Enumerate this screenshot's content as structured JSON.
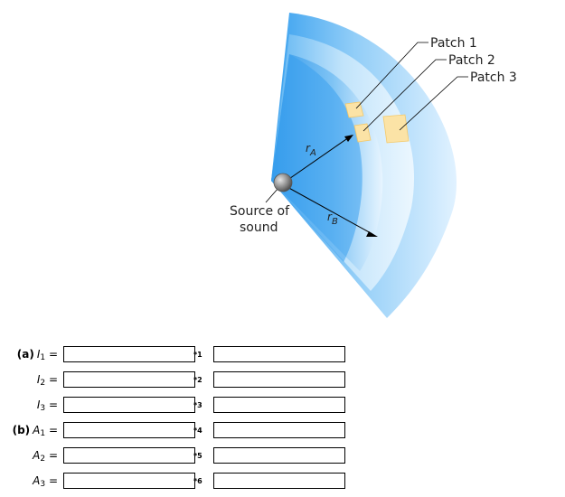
{
  "figure": {
    "patch_labels": [
      "Patch 1",
      "Patch 2",
      "Patch 3"
    ],
    "source_label_line1": "Source of",
    "source_label_line2": "sound",
    "radius_a_symbol": "r",
    "radius_a_sub": "A",
    "radius_b_symbol": "r",
    "radius_b_sub": "B",
    "colors": {
      "shell_dark": "#3aa3f0",
      "shell_light": "#e6f4ff",
      "patch_fill": "#fbe3a6",
      "source": "#8a8a8a"
    }
  },
  "form": {
    "rows": [
      {
        "part": "(a)",
        "var": "I",
        "sub": "1",
        "eq": " =",
        "marker": "*1",
        "value": "",
        "unit": ""
      },
      {
        "part": "",
        "var": "I",
        "sub": "2",
        "eq": " =",
        "marker": "*2",
        "value": "",
        "unit": ""
      },
      {
        "part": "",
        "var": "I",
        "sub": "3",
        "eq": " =",
        "marker": "*3",
        "value": "",
        "unit": ""
      },
      {
        "part": "(b)",
        "var": "A",
        "sub": "1",
        "eq": " =",
        "marker": "*4",
        "value": "",
        "unit": ""
      },
      {
        "part": "",
        "var": "A",
        "sub": "2",
        "eq": " =",
        "marker": "*5",
        "value": "",
        "unit": ""
      },
      {
        "part": "",
        "var": "A",
        "sub": "3",
        "eq": " =",
        "marker": "*6",
        "value": "",
        "unit": ""
      }
    ]
  }
}
